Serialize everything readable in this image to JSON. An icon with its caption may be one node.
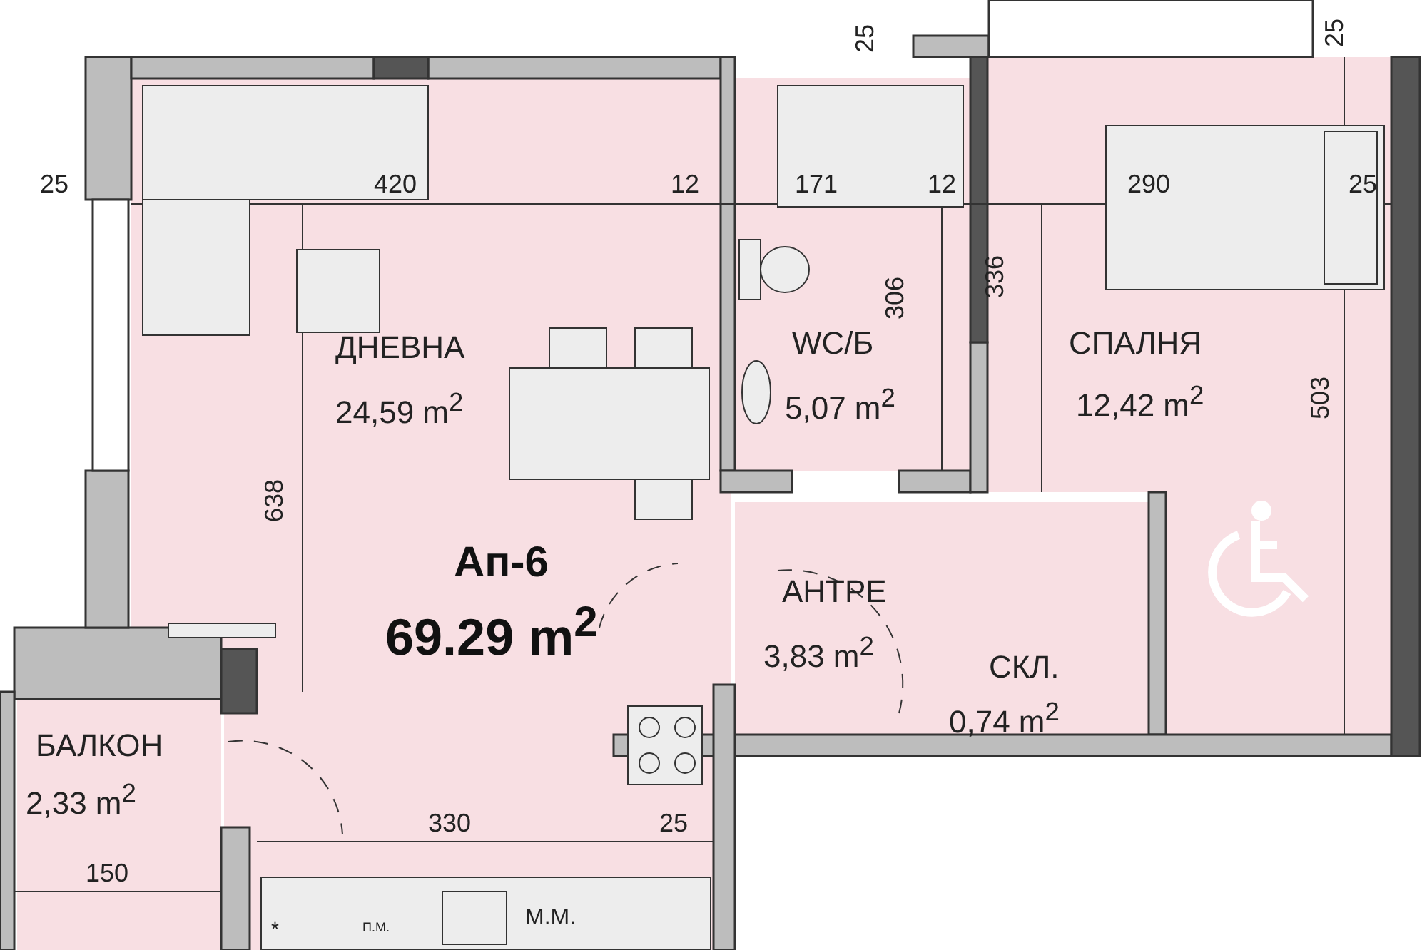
{
  "diagram": {
    "nodes": [
      {
        "text": [
          "ДНЕВНА",
          "24,59 m$^{2}$"
        ]
      },
      {
        "text": [
          "WC/Б",
          "5,07 m$^{2}$"
        ]
      },
      {
        "text": [
          "СПАЛНЯ",
          "12,42 m$^{2}$"
        ]
      },
      {
        "text": [
          "АНТРЕ",
          "3,83 m$^{2}$"
        ]
      },
      {
        "text": [
          "СКЛ.",
          "0,74 m$^{2}$"
        ]
      },
      {
        "text": [
          "БАЛКОН",
          "2,33 m$^{2}$"
        ]
      }
    ],
    "labels": [
      "25",
      "25",
      "25",
      "420",
      "12",
      "171",
      "12",
      "290",
      "25",
      "306",
      "336",
      "503",
      "638",
      "Ап-6",
      "69.29 m$^{2}$",
      "330",
      "25",
      "150",
      "*",
      "П.М.",
      "М.М."
    ]
  }
}
